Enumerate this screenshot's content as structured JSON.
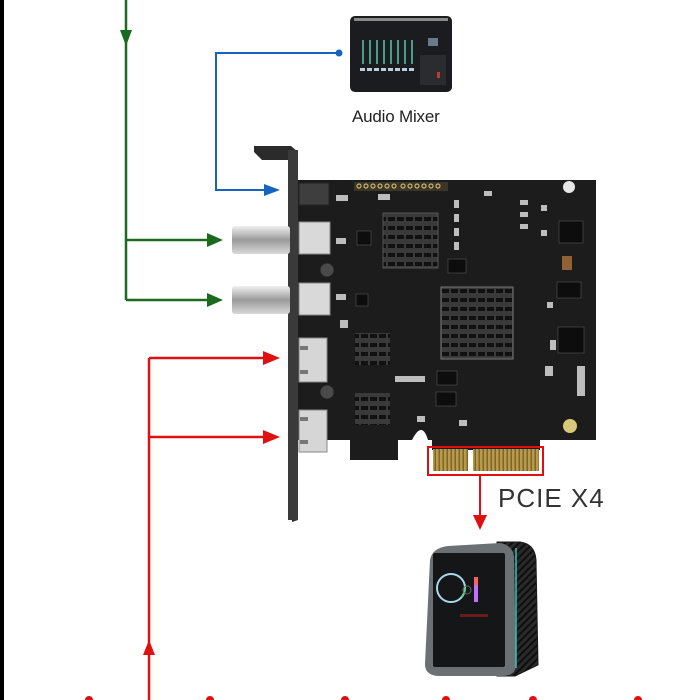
{
  "diagram": {
    "title": "Capture card connection diagram",
    "labels": {
      "audio_mixer": "Audio Mixer",
      "pcie": "PCIE X4"
    },
    "devices": [
      {
        "id": "audio-mixer",
        "name": "Audio Mixer",
        "icon": "audio-mixer-icon"
      },
      {
        "id": "capture-card",
        "name": "PCIe capture card",
        "ports": [
          "Audio input",
          "SDI input 1",
          "SDI input 2",
          "HDMI input 1",
          "HDMI input 2"
        ],
        "interface": "PCIE X4"
      },
      {
        "id": "pc",
        "name": "Desktop PC",
        "icon": "pc-tower-icon"
      }
    ],
    "connections": [
      {
        "from": "audio-mixer",
        "to": "audio-port",
        "color": "#1565c0",
        "type": "audio"
      },
      {
        "from": "top-source",
        "to": "sdi-port-1",
        "color": "#1b6b1f",
        "type": "sdi"
      },
      {
        "from": "top-source",
        "to": "sdi-port-2",
        "color": "#1b6b1f",
        "type": "sdi"
      },
      {
        "from": "bottom-source",
        "to": "hdmi-port-1",
        "color": "#e01010",
        "type": "hdmi"
      },
      {
        "from": "bottom-source",
        "to": "hdmi-port-2",
        "color": "#e01010",
        "type": "hdmi"
      },
      {
        "from": "pcie-slot",
        "to": "pc",
        "color": "#e01010",
        "type": "pcie"
      }
    ],
    "colors": {
      "audio": "#1565c0",
      "sdi": "#1b6b1f",
      "hdmi": "#e01010",
      "highlight": "#e01010",
      "pcb": "#1c1c1c"
    }
  }
}
